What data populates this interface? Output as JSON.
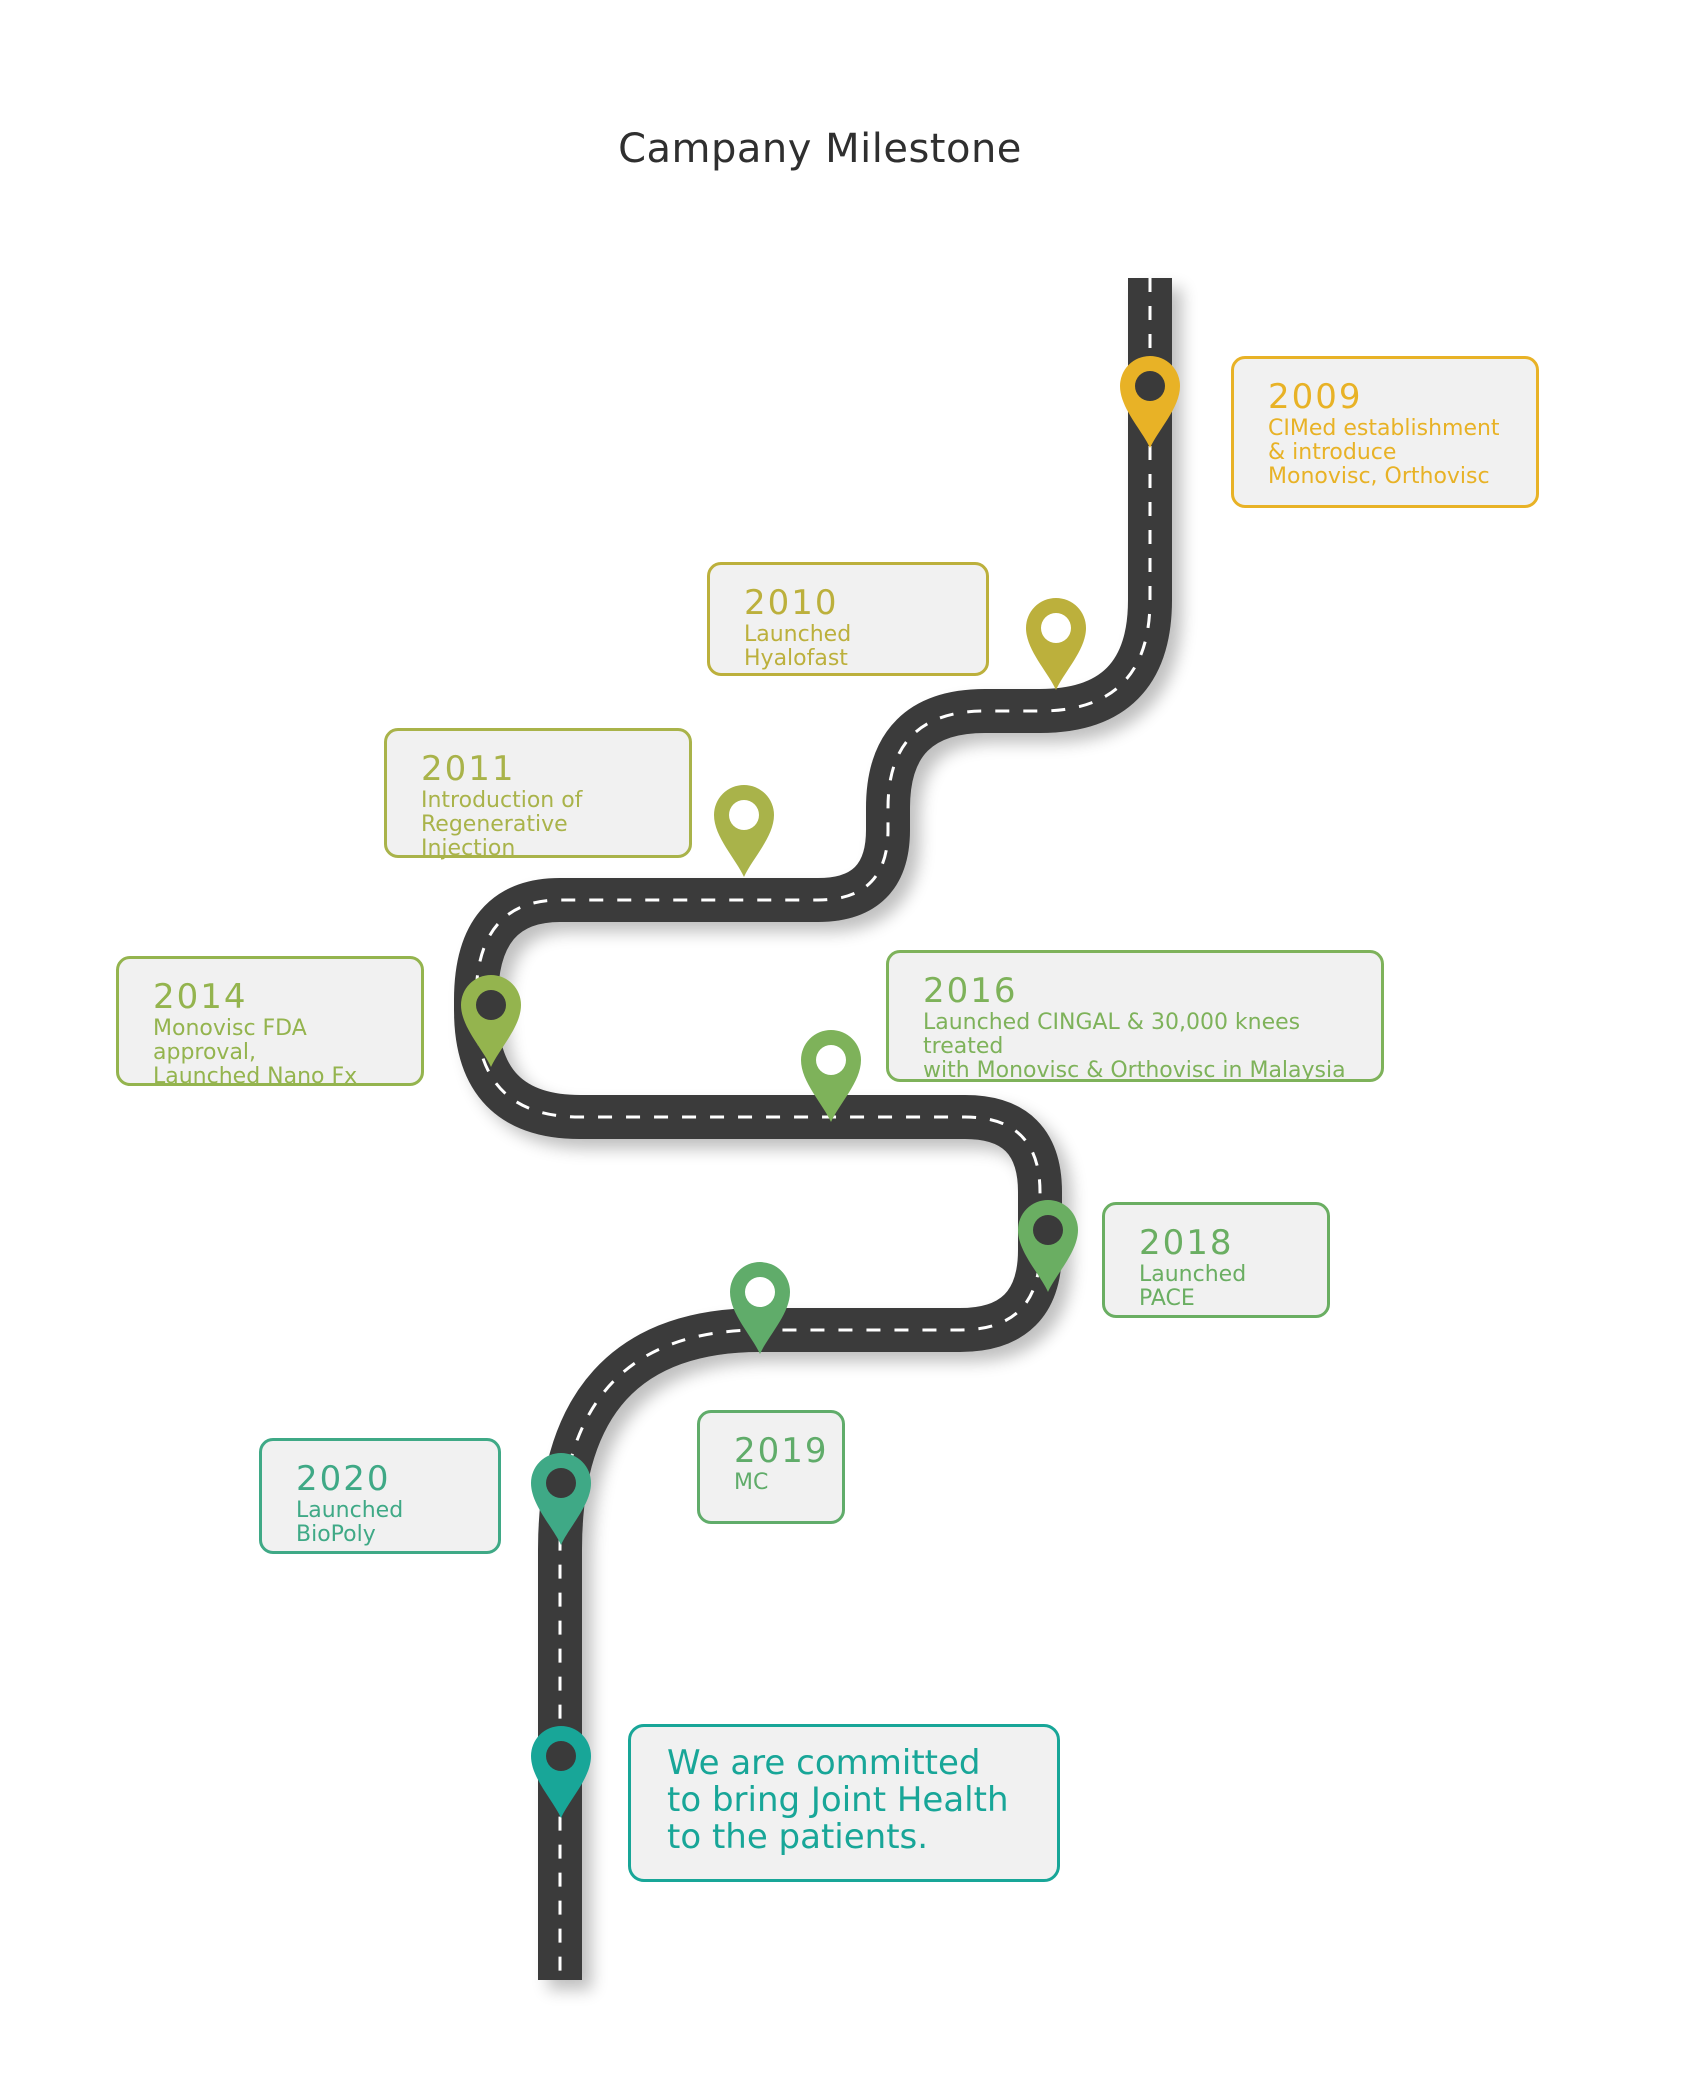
{
  "title": "Campany Milestone",
  "colors": {
    "road": "#3a3a3a",
    "dash": "#ffffff",
    "card_bg": "#f1f1f1",
    "c2009": "#e8b226",
    "c2010": "#bcb03c",
    "c2011": "#a9b34a",
    "c2014": "#94b44e",
    "c2016": "#7eb25a",
    "c2018": "#6aae62",
    "c2019": "#60ac6a",
    "c2020": "#3fa986",
    "cfinal": "#18a698"
  },
  "milestones": [
    {
      "year": "2009",
      "text": "CIMed establishment\n& introduce\nMonovisc, Orthovisc"
    },
    {
      "year": "2010",
      "text": "Launched Hyalofast"
    },
    {
      "year": "2011",
      "text": "Introduction of\nRegenerative Injection"
    },
    {
      "year": "2014",
      "text": "Monovisc FDA approval,\nLaunched Nano Fx"
    },
    {
      "year": "2016",
      "text": "Launched CINGAL & 30,000 knees treated\nwith Monovisc & Orthovisc in Malaysia"
    },
    {
      "year": "2018",
      "text": "Launched PACE"
    },
    {
      "year": "2019",
      "text": "MC"
    },
    {
      "year": "2020",
      "text": "Launched BioPoly"
    }
  ],
  "final_message": "We are committed\nto bring Joint Health\nto the patients."
}
